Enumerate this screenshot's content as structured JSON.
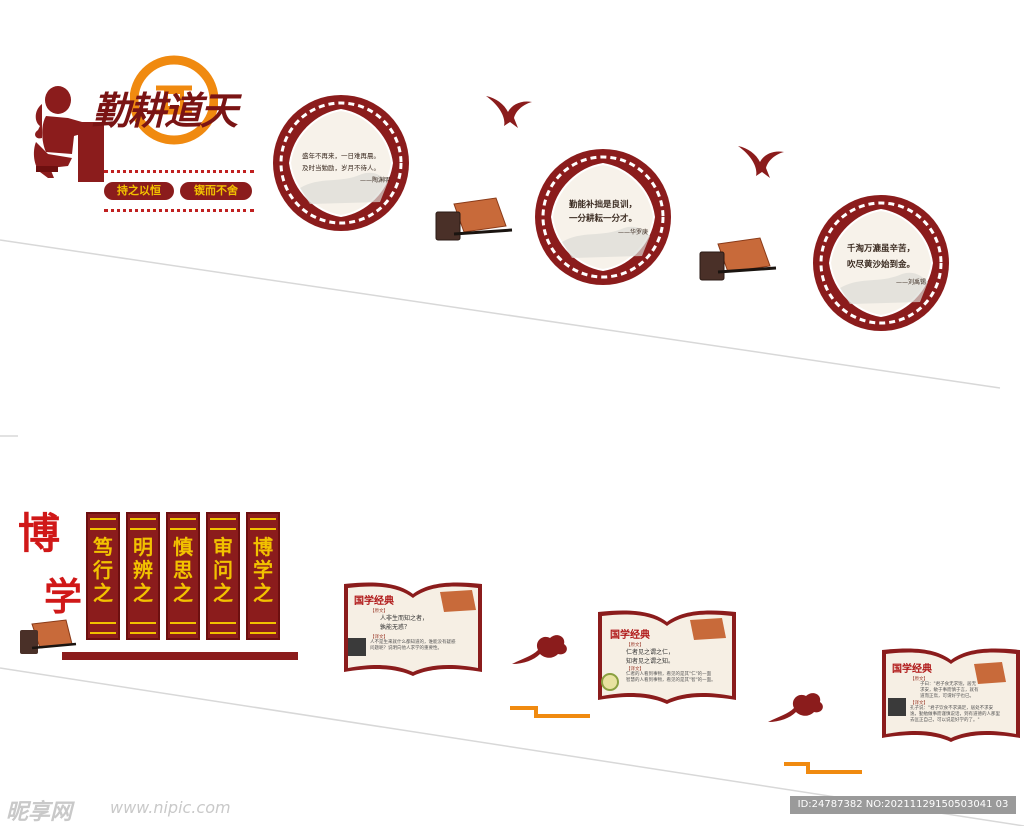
{
  "header": {
    "title": "勤耕道天",
    "slogan_left": "持之以恒",
    "slogan_right": "锲而不舍"
  },
  "quotes": [
    {
      "line1": "盛年不再来，一日难再晨。",
      "line2": "及时当勉励，岁月不待人。",
      "author": "——陶渊明"
    },
    {
      "line1": "勤能补拙是良训，",
      "line2": "一分耕耘一分才。",
      "author": "——华罗庚"
    },
    {
      "line1": "千淘万漉虽辛苦，",
      "line2": "吹尽黄沙始到金。",
      "author": "——刘禹锡"
    }
  ],
  "bottom": {
    "big_title_1": "博",
    "big_title_2": "学",
    "banners": [
      "笃行之",
      "明辨之",
      "慎思之",
      "审问之",
      "博学之"
    ]
  },
  "books": [
    {
      "title": "国学经典",
      "tag1": "【原文】",
      "verse1": "人非生而知之者，",
      "verse2": "孰能无惑？",
      "tag2": "【译文】",
      "trans1": "人不是生来就什么都知道的，谁能没有疑惑",
      "trans2": "问题呢？说明向他人求学的重要性。"
    },
    {
      "title": "国学经典",
      "tag1": "【原文】",
      "verse1": "仁者见之谓之仁，",
      "verse2": "知者见之谓之知。",
      "tag2": "【译文】",
      "trans1": "仁者的人看到事物，看见的是其\"仁\"的一面",
      "trans2": "智慧的人看到事物，看见的是其\"智\"的一面。"
    },
    {
      "title": "国学经典",
      "tag1": "【原文】",
      "verse1": "子曰：\"君子食无求饱，居无",
      "verse2": "求安，敏于事而慎于言，就有",
      "verse3": "道而正焉，可谓好学也已。",
      "tag2": "【译文】",
      "trans1": "孔子说：\"君子饮食不求满足，居处不求安",
      "trans2": "逸，勤勉做事而谨慎说话，到有道德的人那里",
      "trans3": "去匡正自己，可以说是好学的了。\""
    }
  ],
  "watermark": {
    "logo": "昵享网",
    "url": "www.nipic.com",
    "id": "ID:24787382 NO:20211129150503041 03"
  },
  "colors": {
    "maroon": "#8b1c1c",
    "gold": "#f2c200",
    "orange": "#f08a10",
    "red": "#d01818"
  }
}
